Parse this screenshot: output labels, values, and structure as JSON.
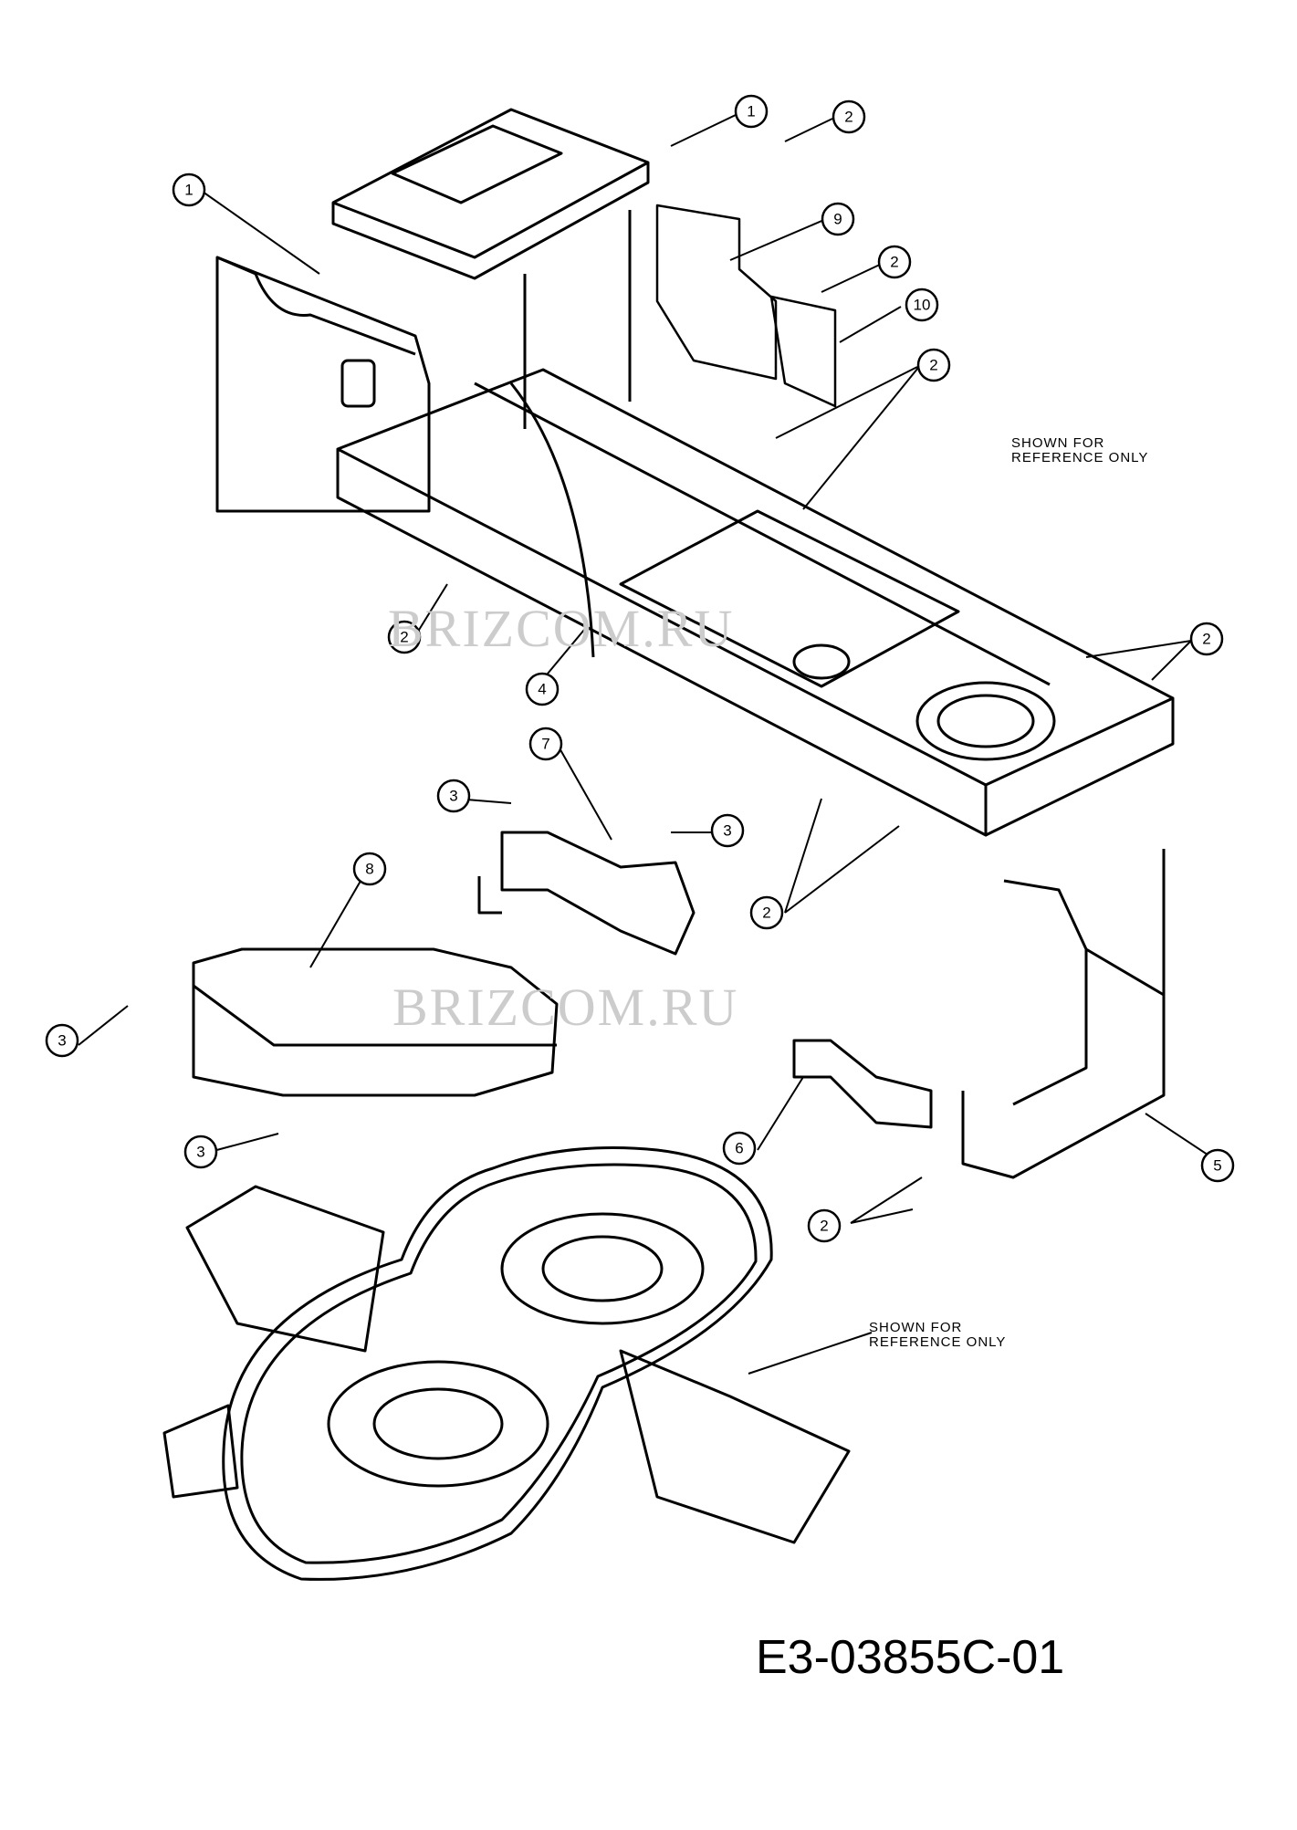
{
  "diagram": {
    "code": "E3-03855C-01",
    "watermark": "BRIZCOM.RU",
    "reference_note": [
      "SHOWN FOR",
      "REFERENCE ONLY"
    ]
  },
  "callouts": [
    {
      "id": "c1a",
      "label": "1"
    },
    {
      "id": "c1b",
      "label": "1"
    },
    {
      "id": "c2a",
      "label": "2"
    },
    {
      "id": "c2b",
      "label": "2"
    },
    {
      "id": "c2c",
      "label": "2"
    },
    {
      "id": "c2d",
      "label": "2"
    },
    {
      "id": "c2e",
      "label": "2"
    },
    {
      "id": "c2f",
      "label": "2"
    },
    {
      "id": "c2g",
      "label": "2"
    },
    {
      "id": "c3a",
      "label": "3"
    },
    {
      "id": "c3b",
      "label": "3"
    },
    {
      "id": "c3c",
      "label": "3"
    },
    {
      "id": "c3d",
      "label": "3"
    },
    {
      "id": "c4",
      "label": "4"
    },
    {
      "id": "c5",
      "label": "5"
    },
    {
      "id": "c6",
      "label": "6"
    },
    {
      "id": "c7",
      "label": "7"
    },
    {
      "id": "c8",
      "label": "8"
    },
    {
      "id": "c9",
      "label": "9"
    },
    {
      "id": "c10",
      "label": "10"
    }
  ]
}
